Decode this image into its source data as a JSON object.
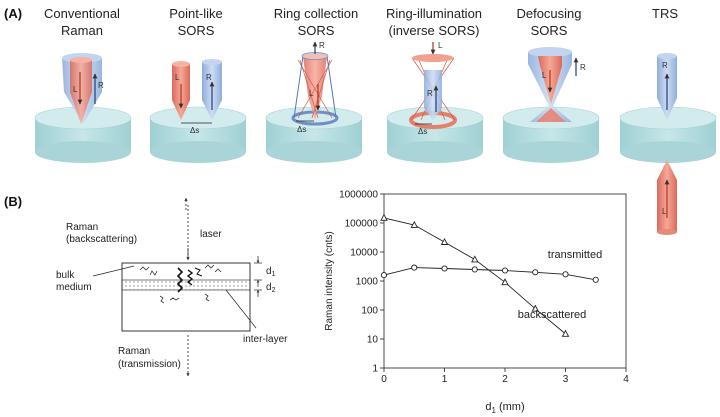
{
  "panel_a": {
    "label": "(A)",
    "techniques": [
      {
        "line1": "Conventional",
        "line2": "Raman"
      },
      {
        "line1": "Point-like",
        "line2": "SORS"
      },
      {
        "line1": "Ring collection",
        "line2": "SORS"
      },
      {
        "line1": "Ring-illumination",
        "line2": "(inverse SORS)"
      },
      {
        "line1": "Defocusing",
        "line2": "SORS"
      },
      {
        "line1": "TRS",
        "line2": ""
      }
    ],
    "letters": {
      "laser": "L",
      "raman": "R",
      "offset": "Δs"
    }
  },
  "panel_b": {
    "label": "(B)",
    "schematic": {
      "raman_back_1": "Raman",
      "raman_back_2": "(backscattering)",
      "laser": "laser",
      "bulk_1": "bulk",
      "bulk_2": "medium",
      "d1": "d",
      "d1_sub": "1",
      "d2": "d",
      "d2_sub": "2",
      "raman_trans_1": "Raman",
      "raman_trans_2": "(transmission)",
      "inter_layer": "inter-layer"
    }
  },
  "chart_data": {
    "type": "line",
    "xlabel": "d",
    "xlabel_sub": "1",
    "xlabel_unit": " (mm)",
    "ylabel": "Raman intensity (cnts)",
    "xlim": [
      0,
      4
    ],
    "ylim": [
      1,
      1000000
    ],
    "yscale": "log",
    "x_ticks": [
      "0",
      "1",
      "2",
      "3",
      "4"
    ],
    "y_ticks": [
      "1",
      "10",
      "100",
      "1000",
      "10000",
      "100000",
      "1000000"
    ],
    "grid": false,
    "series": [
      {
        "name": "transmitted",
        "marker": "circle",
        "x": [
          0,
          0.5,
          1,
          1.5,
          2,
          2.5,
          3,
          3.5
        ],
        "y": [
          1600,
          2900,
          2700,
          2500,
          2300,
          2000,
          1700,
          1100
        ]
      },
      {
        "name": "backscattered",
        "marker": "triangle",
        "x": [
          0,
          0.5,
          1,
          1.5,
          2,
          2.5,
          3
        ],
        "y": [
          150000,
          85000,
          22000,
          5500,
          900,
          110,
          15
        ]
      }
    ]
  }
}
